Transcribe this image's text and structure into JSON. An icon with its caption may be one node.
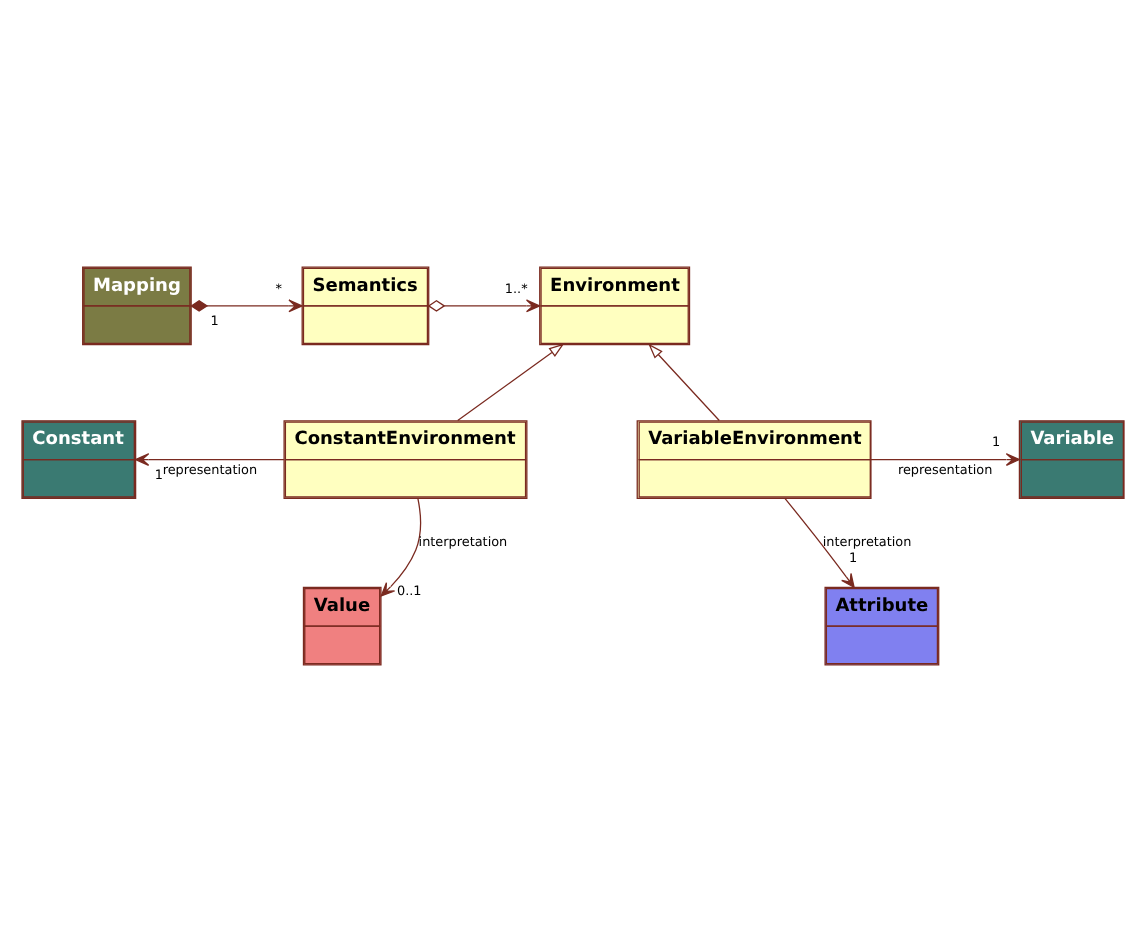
{
  "diagram": {
    "nodes": [
      {
        "text": [
          "Mapping"
        ]
      },
      {
        "text": [
          "Semantics"
        ]
      },
      {
        "text": [
          "Environment"
        ]
      },
      {
        "text": [
          "Constant"
        ]
      },
      {
        "text": [
          "ConstantEnvironment"
        ]
      },
      {
        "text": [
          "VariableEnvironment"
        ]
      },
      {
        "text": [
          "Variable"
        ]
      },
      {
        "text": [
          "Value"
        ]
      },
      {
        "text": [
          "Attribute"
        ]
      }
    ],
    "edges": [
      {
        "from": 0,
        "to": 1,
        "arrow": "to"
      },
      {
        "from": 1,
        "to": 2,
        "arrow": "to"
      },
      {
        "from": 4,
        "to": 2,
        "arrow": "to"
      },
      {
        "from": 5,
        "to": 2,
        "arrow": "to"
      },
      {
        "from": 4,
        "to": 3,
        "arrow": "to",
        "label": "representation"
      },
      {
        "from": 4,
        "to": 7,
        "arrow": "to",
        "label": "interpretation"
      },
      {
        "from": 5,
        "to": 6,
        "arrow": "to",
        "label": "representation"
      },
      {
        "from": 5,
        "to": 8,
        "arrow": "to",
        "label": "interpretation"
      }
    ],
    "labels": [
      "1",
      "*",
      "1..*",
      "1",
      "1",
      "0..1",
      "1"
    ]
  }
}
